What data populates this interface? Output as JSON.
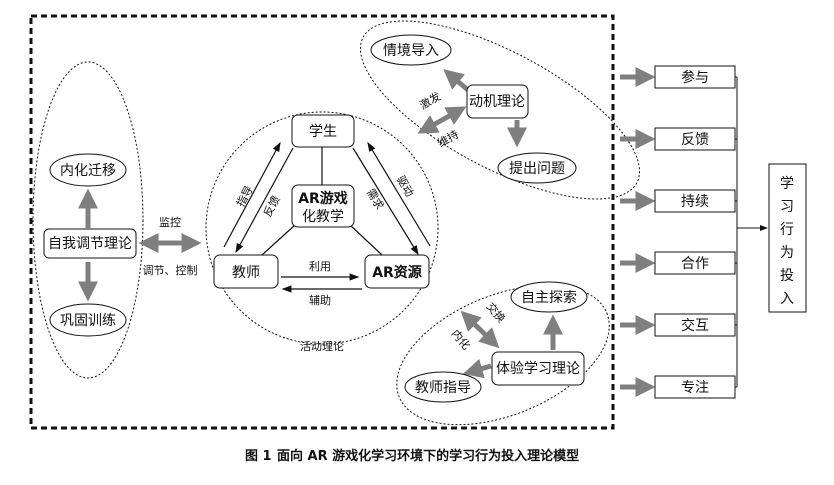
{
  "left": {
    "top": "内化迁移",
    "center": "自我调节理论",
    "bottom": "巩固训练",
    "arrow_top": "监控",
    "arrow_bottom": "调节、控制"
  },
  "activity": {
    "student": "学生",
    "core_line1": "AR游戏",
    "core_line2": "化教学",
    "teacher": "教师",
    "resource": "AR资源",
    "guide": "指导",
    "feedback": "反馈",
    "drive": "驱动",
    "need": "需求",
    "use": "利用",
    "assist": "辅助",
    "label": "活动理论"
  },
  "motivation": {
    "center": "动机理论",
    "situation": "情境导入",
    "question": "提出问题",
    "inspire": "激发",
    "maintain": "维持"
  },
  "experience": {
    "center": "体验学习理论",
    "explore": "自主探索",
    "teacher_guide": "教师指导",
    "exchange": "交换",
    "internalize": "内化"
  },
  "outcomes": [
    "参与",
    "反馈",
    "持续",
    "合作",
    "交互",
    "专注"
  ],
  "engagement": [
    "学",
    "习",
    "行",
    "为",
    "投",
    "入"
  ],
  "caption": {
    "number": "图 1",
    "text": "面向 AR 游戏化学习环境下的学习行为投入理论模型"
  },
  "colors": {
    "arrow_gray": "#7f7f7f",
    "line": "#111111"
  }
}
